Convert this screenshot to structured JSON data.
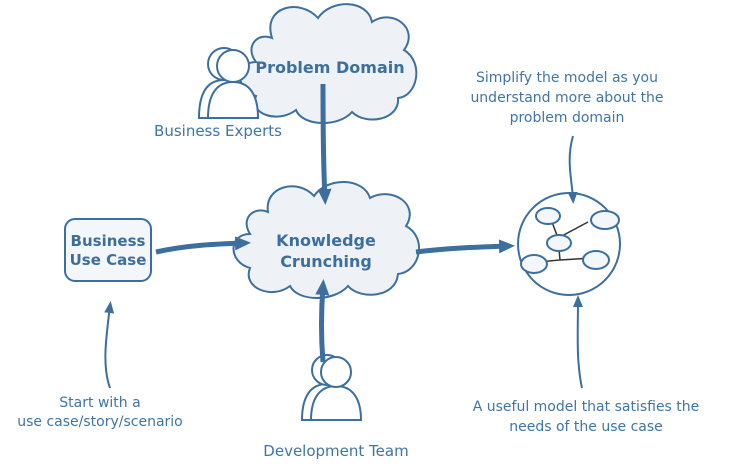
{
  "labels": {
    "problem_domain": "Problem Domain",
    "business_experts": "Business Experts",
    "knowledge": "Knowledge",
    "crunching": "Crunching",
    "business": "Business",
    "use_case": "Use Case",
    "development_team": "Development Team",
    "start_line1": "Start with a",
    "start_line2": "use case/story/scenario",
    "simplify_line1": "Simplify the model as you",
    "simplify_line2": "understand more about the",
    "simplify_line3": "problem domain",
    "useful_line1": "A useful model that satisfies the",
    "useful_line2": "needs of the use case"
  },
  "colors": {
    "stroke": "#3c6f9f",
    "cloud_fill": "#eef2f7",
    "box_fill": "#f3f6fa",
    "text": "#3f75a7"
  }
}
